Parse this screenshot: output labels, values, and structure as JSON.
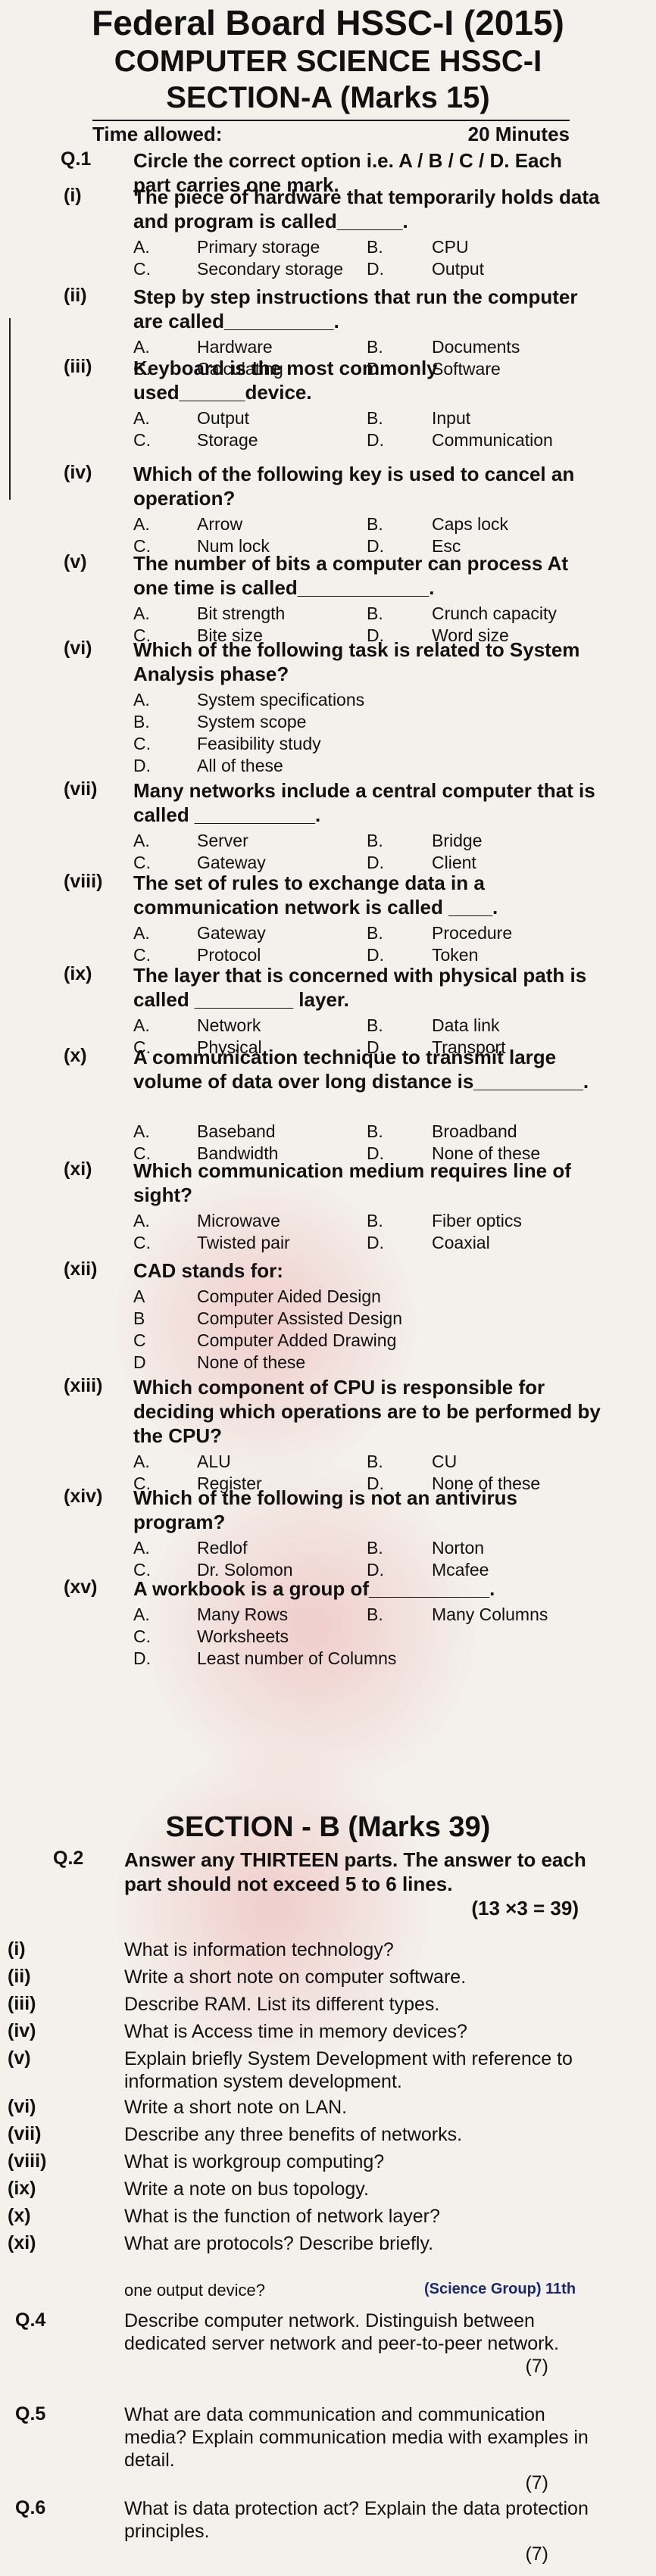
{
  "header": {
    "line1": "Federal Board HSSC-I (2015)",
    "line2": "COMPUTER SCIENCE HSSC-I",
    "line3": "SECTION-A (Marks 15)",
    "time_label": "Time allowed:",
    "time_value": "20 Minutes"
  },
  "q1": {
    "num": "Q.1",
    "text": "Circle the correct option i.e. A / B / C / D. Each part carries one mark."
  },
  "mcqs": [
    {
      "n": "(i)",
      "q": "The piece of hardware that temporarily holds data and program is called______.",
      "a": "Primary storage",
      "b": "CPU",
      "c": "Secondary storage",
      "d": "Output"
    },
    {
      "n": "(ii)",
      "q": "Step by step instructions that run the computer are called__________.",
      "a": "Hardware",
      "b": "Documents",
      "c": "Calculating",
      "d": "Software"
    },
    {
      "n": "(iii)",
      "q": "Keyboard is the most commonly used______device.",
      "a": "Output",
      "b": "Input",
      "c": "Storage",
      "d": "Communication"
    },
    {
      "n": "(iv)",
      "q": "Which of the following key is used to cancel an operation?",
      "a": "Arrow",
      "b": "Caps lock",
      "c": "Num lock",
      "d": "Esc"
    },
    {
      "n": "(v)",
      "q": "The number of bits a computer can process At one time is called____________.",
      "a": "Bit strength",
      "b": "Crunch capacity",
      "c": "Bite size",
      "d": "Word size"
    },
    {
      "n": "(vi)",
      "q": "Which of the following task is related to System Analysis phase?",
      "list": [
        "System specifications",
        "System scope",
        "Feasibility study",
        "All of these"
      ]
    },
    {
      "n": "(vii)",
      "q": "Many networks include a central computer that is called ___________.",
      "a": "Server",
      "b": "Bridge",
      "c": "Gateway",
      "d": "Client"
    },
    {
      "n": "(viii)",
      "q": "The set of rules to exchange data in a communication network is called ____.",
      "a": "Gateway",
      "b": "Procedure",
      "c": "Protocol",
      "d": "Token"
    },
    {
      "n": "(ix)",
      "q": "The layer that is concerned with physical path is called _________ layer.",
      "a": "Network",
      "b": "Data link",
      "c": "Physical",
      "d": "Transport"
    },
    {
      "n": "(x)",
      "q": "A communication technique to transmit large volume of data over long distance is__________.",
      "a": "Baseband",
      "b": "Broadband",
      "c": "Bandwidth",
      "d": "None of these"
    },
    {
      "n": "(xi)",
      "q": "Which communication medium requires line of sight?",
      "a": "Microwave",
      "b": "Fiber optics",
      "c": "Twisted pair",
      "d": "Coaxial"
    },
    {
      "n": "(xii)",
      "q": "CAD stands for:",
      "list": [
        "Computer Aided Design",
        "Computer Assisted Design",
        "Computer Added Drawing",
        "None of these"
      ]
    },
    {
      "n": "(xiii)",
      "q": "Which component of CPU is responsible for deciding which operations are to be performed by the CPU?",
      "a": "ALU",
      "b": "CU",
      "c": "Register",
      "d": "None of these"
    },
    {
      "n": "(xiv)",
      "q": "Which of the following is not an antivirus program?",
      "a": "Redlof",
      "b": "Norton",
      "c": "Dr. Solomon",
      "d": "Mcafee"
    },
    {
      "n": "(xv)",
      "q": "A workbook is a group of___________.",
      "a": "Many Rows",
      "b": "Many Columns",
      "list2": [
        "Worksheets",
        "Least number of Columns"
      ]
    }
  ],
  "sectionB": {
    "title": "SECTION - B (Marks 39)",
    "q2num": "Q.2",
    "q2text": "Answer any THIRTEEN parts. The answer to each part should not exceed 5 to 6 lines.",
    "q2marks": "(13 ×3 = 39)",
    "items": [
      {
        "n": "(i)",
        "t": "What is information technology?"
      },
      {
        "n": "(ii)",
        "t": "Write a short note on computer software."
      },
      {
        "n": "(iii)",
        "t": "Describe RAM. List its different types."
      },
      {
        "n": "(iv)",
        "t": "What is Access time in memory devices?"
      },
      {
        "n": "(v)",
        "t": "Explain briefly System Development with reference to information system development."
      },
      {
        "n": "(vi)",
        "t": "Write a short note on LAN."
      },
      {
        "n": "(vii)",
        "t": "Describe any three benefits of networks."
      },
      {
        "n": "(viii)",
        "t": "What is workgroup computing?"
      },
      {
        "n": "(ix)",
        "t": "Write a note on bus topology."
      },
      {
        "n": "(x)",
        "t": "What is the function of network layer?"
      },
      {
        "n": "(xi)",
        "t": "What are protocols? Describe briefly."
      }
    ],
    "cutline_left": "one output device?",
    "cutline_right": "(Science Group) 11th",
    "long": [
      {
        "n": "Q.4",
        "t": "Describe computer network. Distinguish between dedicated server network and peer-to-peer network.",
        "m": "(7)"
      },
      {
        "n": "Q.5",
        "t": "What are data communication and communication media? Explain communication media with examples in detail.",
        "m": "(7)"
      },
      {
        "n": "Q.6",
        "t": "What is data protection act? Explain the data protection principles.",
        "m": "(7)"
      }
    ]
  },
  "option_letters": {
    "a": "A.",
    "b": "B.",
    "c": "C.",
    "d": "D."
  }
}
